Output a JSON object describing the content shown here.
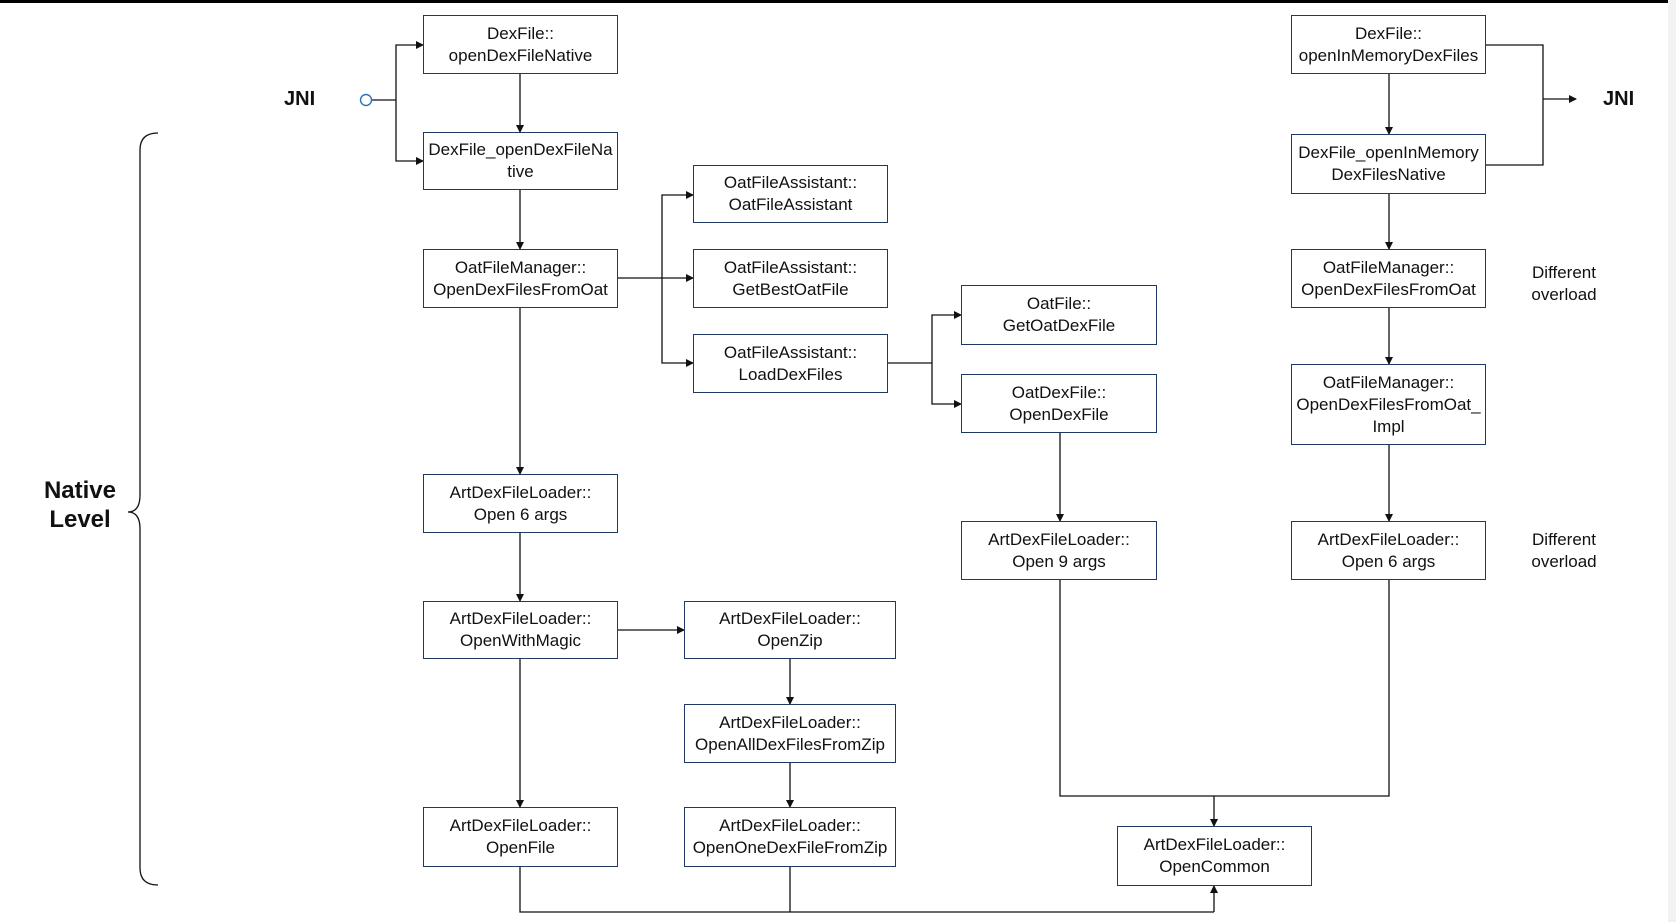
{
  "labels": {
    "jni_left": "JNI",
    "jni_right": "JNI",
    "native_level": [
      "Native",
      "Level"
    ],
    "note_top": [
      "Different",
      "overload"
    ],
    "note_bottom": [
      "Different",
      "overload"
    ]
  },
  "nodes": {
    "open_dex_file_native": [
      "DexFile::",
      "openDexFileNative"
    ],
    "dexfile_open_dex_file_native": [
      "DexFile_openDexFileNa",
      "tive"
    ],
    "oat_open_dex_files_from_oat": [
      "OatFileManager::",
      "OpenDexFilesFromOat"
    ],
    "oat_file_assistant_ctor": [
      "OatFileAssistant::",
      "OatFileAssistant"
    ],
    "get_best_oat_file": [
      "OatFileAssistant::",
      "GetBestOatFile"
    ],
    "load_dex_files": [
      "OatFileAssistant::",
      "LoadDexFiles"
    ],
    "get_oat_dex_file": [
      "OatFile::",
      "GetOatDexFile"
    ],
    "oat_dex_file_open": [
      "OatDexFile::",
      "OpenDexFile"
    ],
    "open_6_args_left": [
      "ArtDexFileLoader::",
      "Open 6 args"
    ],
    "open_with_magic": [
      "ArtDexFileLoader::",
      "OpenWithMagic"
    ],
    "open_zip": [
      "ArtDexFileLoader::",
      "OpenZip"
    ],
    "open_all_dex_files_from_zip": [
      "ArtDexFileLoader::",
      "OpenAllDexFilesFromZip"
    ],
    "open_file": [
      "ArtDexFileLoader::",
      "OpenFile"
    ],
    "open_one_dex_file_from_zip": [
      "ArtDexFileLoader::",
      "OpenOneDexFileFromZip"
    ],
    "open_9_args": [
      "ArtDexFileLoader::",
      "Open 9 args"
    ],
    "open_common": [
      "ArtDexFileLoader::",
      "OpenCommon"
    ],
    "open_in_memory_dex_files": [
      "DexFile::",
      "openInMemoryDexFiles"
    ],
    "dexfile_open_in_memory_native": [
      "DexFile_openInMemory",
      "DexFilesNative"
    ],
    "oat_open_dex_files_from_oat_right": [
      "OatFileManager::",
      "OpenDexFilesFromOat"
    ],
    "oat_open_dex_files_from_oat_impl": [
      "OatFileManager::",
      "OpenDexFilesFromOat_",
      "Impl"
    ],
    "open_6_args_right": [
      "ArtDexFileLoader::",
      "Open 6 args"
    ]
  },
  "colors": {
    "node_border": "#1f3864",
    "connector": "#111111",
    "jni_port": "#2e75b6"
  }
}
